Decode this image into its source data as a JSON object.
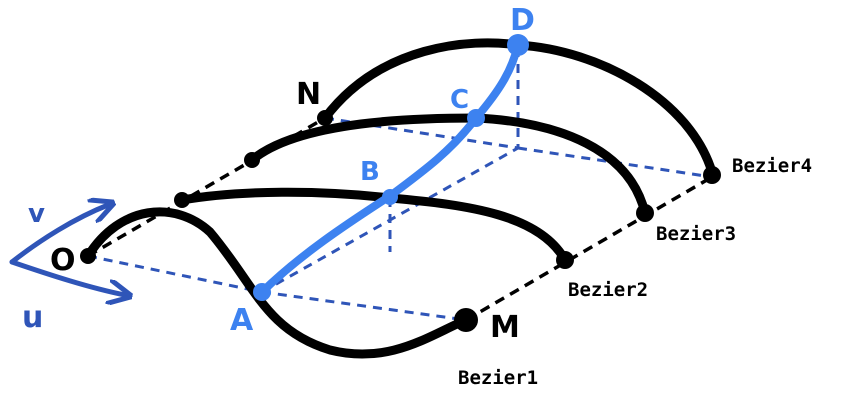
{
  "colors": {
    "black": "#000000",
    "blue": "#3d82f0",
    "dark_blue": "#2f55b8"
  },
  "points": {
    "O": "O",
    "A": "A",
    "B": "B",
    "C": "C",
    "D": "D",
    "M": "M",
    "N": "N"
  },
  "curves": {
    "bezier1": "Bezier1",
    "bezier2": "Bezier2",
    "bezier3": "Bezier3",
    "bezier4": "Bezier4"
  },
  "axes": {
    "u": "u",
    "v": "v"
  }
}
